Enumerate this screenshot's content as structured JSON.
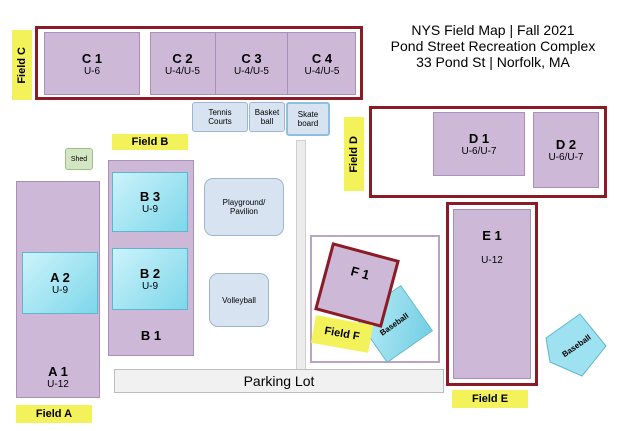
{
  "title": {
    "line1": "NYS Field Map | Fall 2021",
    "line2": "Pond Street Recreation Complex",
    "line3": "33 Pond St | Norfolk, MA"
  },
  "labels": {
    "field_a": "Field A",
    "field_b": "Field B",
    "field_c": "Field C",
    "field_d": "Field D",
    "field_e": "Field E",
    "field_f": "Field F"
  },
  "fields": {
    "c1": {
      "name": "C 1",
      "age": "U-6"
    },
    "c2": {
      "name": "C 2",
      "age": "U-4/U-5"
    },
    "c3": {
      "name": "C 3",
      "age": "U-4/U-5"
    },
    "c4": {
      "name": "C 4",
      "age": "U-4/U-5"
    },
    "d1": {
      "name": "D 1",
      "age": "U-6/U-7"
    },
    "d2": {
      "name": "D 2",
      "age": "U-6/U-7"
    },
    "e1": {
      "name": "E 1",
      "age": "U-12"
    },
    "f1": {
      "name": "F 1"
    },
    "a1": {
      "name": "A 1",
      "age": "U-12"
    },
    "a2": {
      "name": "A 2",
      "age": "U-9"
    },
    "b1": {
      "name": "B 1"
    },
    "b2": {
      "name": "B 2",
      "age": "U-9"
    },
    "b3": {
      "name": "B 3",
      "age": "U-9"
    }
  },
  "facilities": {
    "tennis": "Tennis Courts",
    "basketball": "Basket ball",
    "skateboard": "Skate board",
    "playground": "Playground/ Pavilion",
    "volleyball": "Volleyball",
    "shed": "Shed",
    "baseball_f": "Baseball",
    "baseball_e": "Baseball",
    "parking": "Parking Lot"
  },
  "colors": {
    "field": "#cdb9d7",
    "highlight_field": "#7dd7ea",
    "facility": "#d7e3f0",
    "label_tag": "#f4f25a",
    "field_border": "#8b1c25"
  }
}
